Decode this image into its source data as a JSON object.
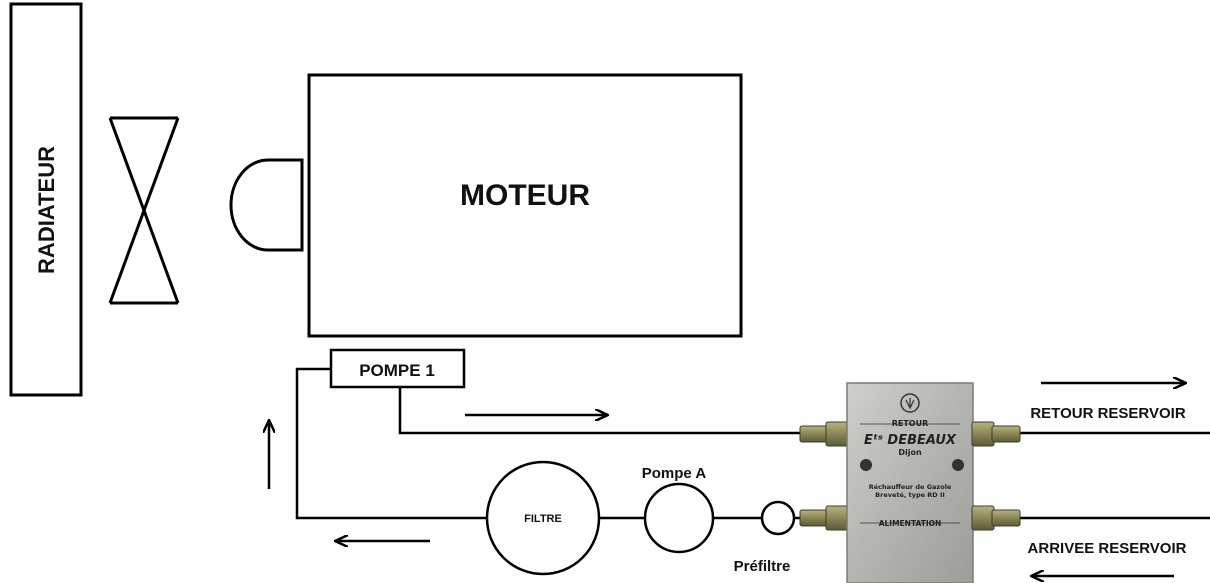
{
  "labels": {
    "radiator": "RADIATEUR",
    "engine": "MOTEUR",
    "pump1": "POMPE 1",
    "filter": "FILTRE",
    "pumpA": "Pompe A",
    "prefilter": "Préfiltre",
    "return_tank": "RETOUR RESERVOIR",
    "supply_tank": "ARRIVEE RESERVOIR"
  },
  "heater": {
    "top_label": "RETOUR",
    "brand": "Eᵗˢ DEBEAUX",
    "city": "Dijon",
    "desc_line1": "Réchauffeur de Gazole",
    "desc_line2": "Breveté, type RD II",
    "bottom_label": "ALIMENTATION"
  },
  "colors": {
    "line": "#000000",
    "heater_body": "#b9b9b6",
    "fitting": "#8c8a5a"
  }
}
